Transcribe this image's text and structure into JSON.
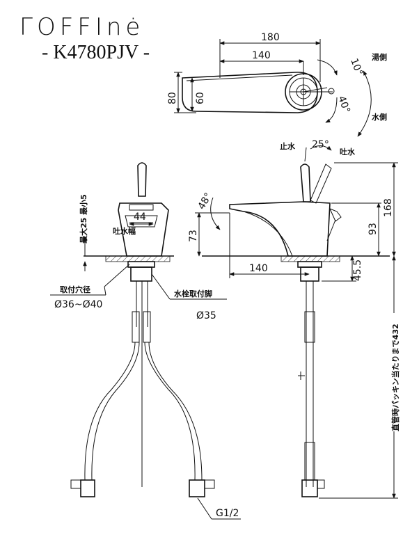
{
  "header": {
    "brand": "ΓOFFInė",
    "model": "- K4780PJV -"
  },
  "top_view": {
    "dim_180": "180",
    "dim_140": "140",
    "dim_80": "80",
    "dim_60": "60",
    "angle_hot": "10°",
    "angle_cold": "40°",
    "hot_side": "湯側",
    "cold_side": "水側"
  },
  "side_view": {
    "stop_water": "止水",
    "spout_water": "吐水",
    "angle_25": "25°",
    "angle_48": "48°",
    "dim_168": "168",
    "dim_93": "93",
    "dim_73": "73",
    "dim_140": "140",
    "dim_45_5": "45.5",
    "dim_432": "直管時パッキン当たりまで432"
  },
  "front_view": {
    "dim_44": "44",
    "spout_width": "吐水幅",
    "thickness": "最大25 最小5",
    "mount_hole_label": "取付穴径",
    "mount_hole_value": "Ø36~Ø40",
    "leg_label": "水栓取付脚",
    "leg_value": "Ø35",
    "thread": "G1/2"
  }
}
